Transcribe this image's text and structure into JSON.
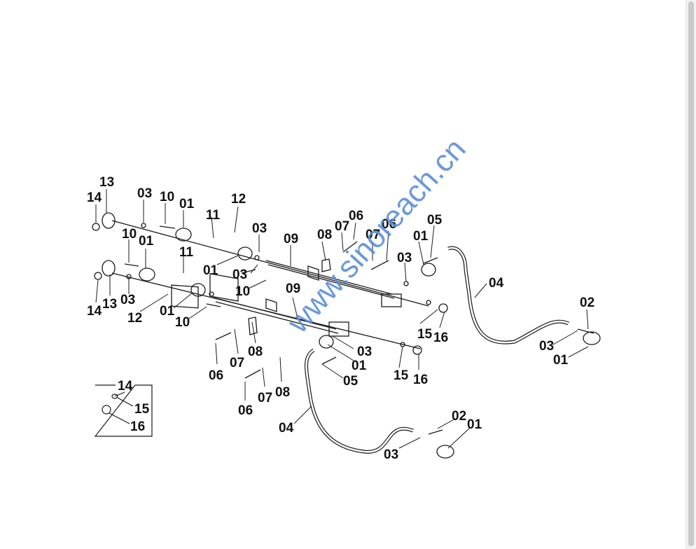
{
  "watermark": "www.sinoreach.cn",
  "colors": {
    "line": "#1a1a1a",
    "watermark": "#5b8fd6",
    "background": "#ffffff"
  },
  "labels": {
    "l14a": "14",
    "l13a": "13",
    "l03a": "03",
    "l10a": "10",
    "l01a": "01",
    "l12a": "12",
    "l11a": "11",
    "l03b": "03",
    "l09a": "09",
    "l08a": "08",
    "l07a": "07",
    "l06a": "06",
    "l07b": "07",
    "l06b": "06",
    "l01b": "01",
    "l05a": "05",
    "l03c": "03",
    "l04a": "04",
    "l02a": "02",
    "l03d": "03",
    "l01c": "01",
    "l10b": "10",
    "l01d": "01",
    "l11b": "11",
    "l01e": "01",
    "l03e": "03",
    "l10c": "10",
    "l14b": "14",
    "l13b": "13",
    "l03f": "03",
    "l12b": "12",
    "l01f": "01",
    "l10d": "10",
    "l09b": "09",
    "l15a": "15",
    "l16a": "16",
    "l08b": "08",
    "l07c": "07",
    "l06c": "06",
    "l03g": "03",
    "l01g": "01",
    "l05b": "05",
    "l15b": "15",
    "l16b": "16",
    "l08c": "08",
    "l07d": "07",
    "l06d": "06",
    "l04b": "04",
    "l02b": "02",
    "l01h": "01",
    "l03h": "03"
  },
  "inset": {
    "top_label": "14",
    "label_a": "15",
    "label_b": "16"
  }
}
